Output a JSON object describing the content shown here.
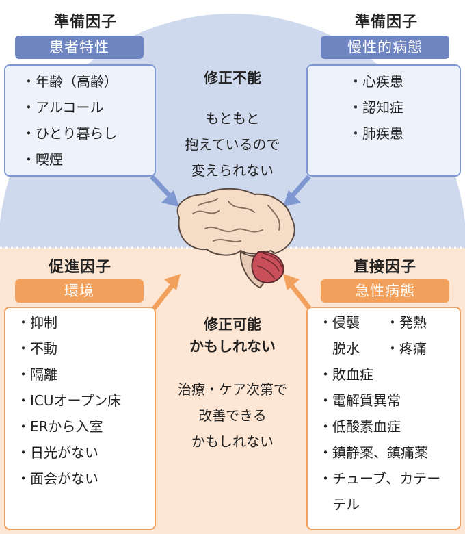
{
  "colors": {
    "upper_bg": "#cfd9ee",
    "lower_bg": "#fde6d4",
    "blue_accent": "#6f85c2",
    "orange_accent": "#f2a15d",
    "divider": "#ffffff"
  },
  "top_left": {
    "category": "準備因子",
    "pill": "患者特性",
    "items": [
      "・年齢（高齢）",
      "・アルコール",
      "・ひとり暮らし",
      "・喫煙"
    ]
  },
  "top_right": {
    "category": "準備因子",
    "pill": "慢性的病態",
    "items": [
      "・心疾患",
      "・認知症",
      "・肺疾患"
    ]
  },
  "bottom_left": {
    "category": "促進因子",
    "pill": "環境",
    "items": [
      "・抑制",
      "・不動",
      "・隔離",
      "・ICUオープン床",
      "・ERから入室",
      "・日光がない",
      "・面会がない"
    ]
  },
  "bottom_right": {
    "category": "直接因子",
    "pill": "急性病態",
    "rows": [
      [
        "・侵襲",
        "・発熱"
      ],
      [
        "　脱水",
        "・疼痛"
      ],
      [
        "・敗血症"
      ],
      [
        "・電解質異常"
      ],
      [
        "・低酸素血症"
      ],
      [
        "・鎮静薬、鎮痛薬"
      ],
      [
        "・チューブ、カテー"
      ],
      [
        "　テル"
      ]
    ]
  },
  "upper_center": {
    "title": "修正不能",
    "lines": [
      "もともと",
      "抱えているので",
      "変えられない"
    ]
  },
  "lower_center": {
    "title_lines": [
      "修正可能",
      "かもしれない"
    ],
    "lines": [
      "治療・ケア次第で",
      "改善できる",
      "かもしれない"
    ]
  },
  "icons": {
    "center": "brain-icon"
  }
}
